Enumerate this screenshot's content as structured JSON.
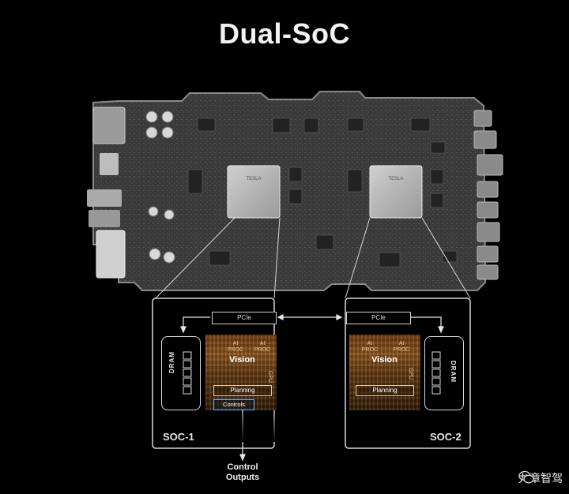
{
  "title": "Dual-SoC",
  "board": {
    "chip_label": "TESLA"
  },
  "soc1": {
    "label": "SOC-1",
    "pcie": "PCIe",
    "dram": "DRAM",
    "ai_left": "AI PROC",
    "ai_right": "AI PROC",
    "vision": "Vision",
    "gpu": "GPU",
    "planning": "Planning",
    "controls": "Controls"
  },
  "soc2": {
    "label": "SOC-2",
    "pcie": "PCIe",
    "dram": "DRAM",
    "ai_left": "AI PROC",
    "ai_right": "AI PROC",
    "vision": "Vision",
    "gpu": "GPU",
    "planning": "Planning"
  },
  "control_outputs": {
    "line1": "Control",
    "line2": "Outputs"
  },
  "watermark": "九章智驾",
  "colors": {
    "controls_border": "#6fb0ff",
    "die_amber": "#8a5520"
  }
}
